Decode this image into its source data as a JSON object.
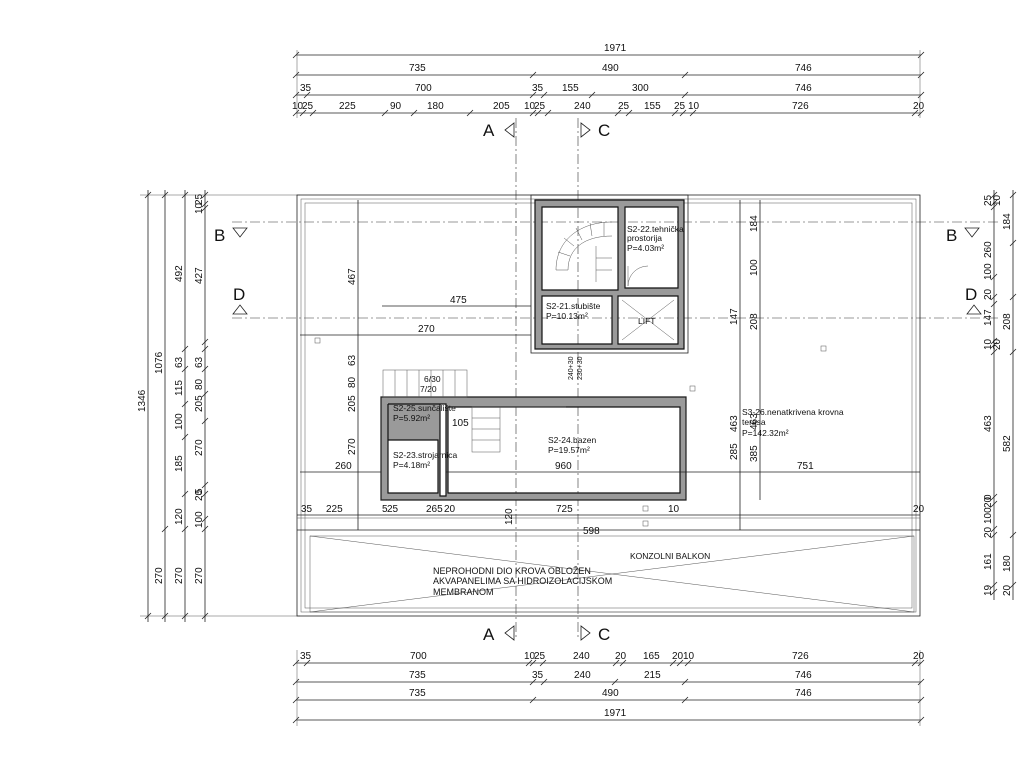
{
  "rooms": {
    "r21_name": "S2-21.stubište",
    "r21_area": "P=10.13m²",
    "r22_name": "S2-22.tehnička",
    "r22_name2": "prostorija",
    "r22_area": "P=4.03m²",
    "lift": "LIFT",
    "r23_name": "S2-23.strojarnica",
    "r23_area": "P=4.18m²",
    "r24_name": "S2-24.bazen",
    "r24_area": "P=19.57m²",
    "r25_name": "S2-25.sunčalište",
    "r25_area": "P=5.92m²",
    "r26_name": "S3-26.nenatkrivena krovna",
    "r26_name2": "terasa",
    "r26_area": "P=142.32m²",
    "balcony": "KONZOLNI BALKON",
    "note1": "NEPROHODNI DIO KROVA OBLOŽEN",
    "note2": "AKVAPANELIMA SA HIDROIZOLACIJSKOM",
    "note3": "MEMBRANOM",
    "stair_6": "6/30",
    "stair_7": "7/20"
  },
  "sections": {
    "a": "A",
    "b": "B",
    "c": "C",
    "d": "D"
  },
  "dims_top": {
    "row1": [
      "1971"
    ],
    "row2": [
      "735",
      "490",
      "746"
    ],
    "row3": [
      "35",
      "700",
      "35",
      "155",
      "300",
      "746"
    ],
    "row4": [
      "10",
      "25",
      "225",
      "90",
      "180",
      "205",
      "10",
      "25",
      "240",
      "25",
      "155",
      "25",
      "10",
      "726",
      "20"
    ]
  },
  "dims_bottom": {
    "row1": [
      "35",
      "700",
      "10",
      "25",
      "240",
      "20",
      "165",
      "20",
      "10",
      "726",
      "20"
    ],
    "row2": [
      "735",
      "35",
      "240",
      "215",
      "746"
    ],
    "row3": [
      "735",
      "490",
      "746"
    ],
    "row4": [
      "1971"
    ]
  },
  "dims_inner": {
    "d475": "475",
    "d270a": "270",
    "d467": "467",
    "d63": "63",
    "d80": "80",
    "d205": "205",
    "d270b": "270",
    "d260": "260",
    "d960": "960",
    "d751": "751",
    "d598": "598",
    "d105": "105",
    "d463": "463",
    "d147": "147",
    "d208": "208",
    "d100": "100",
    "d20": "20",
    "d184": "184",
    "d35": "35",
    "d225": "225",
    "d5": "5",
    "d120": "120",
    "d265": "265",
    "d725": "725",
    "d10": "10",
    "d20b": "20",
    "d25": "25",
    "d230_30": "230+30",
    "d240_30": "240+30",
    "d463b": "463",
    "d385": "385",
    "d285": "285"
  },
  "dims_left": {
    "outer": [
      "1346"
    ],
    "mid": [
      "1076",
      "270"
    ],
    "inner1": [
      "492",
      "63",
      "115",
      "100",
      "185",
      "120",
      "270"
    ],
    "inner2": [
      "25",
      "10",
      "427",
      "63",
      "80",
      "205",
      "270",
      "5",
      "20",
      "100",
      "270"
    ]
  },
  "dims_right": {
    "col1": [
      "25",
      "10",
      "260",
      "100",
      "20",
      "147",
      "10",
      "20",
      "463",
      "0",
      "20",
      "100",
      "20",
      "161",
      "19"
    ],
    "col2": [
      "184",
      "208",
      "582",
      "180",
      "20"
    ]
  }
}
